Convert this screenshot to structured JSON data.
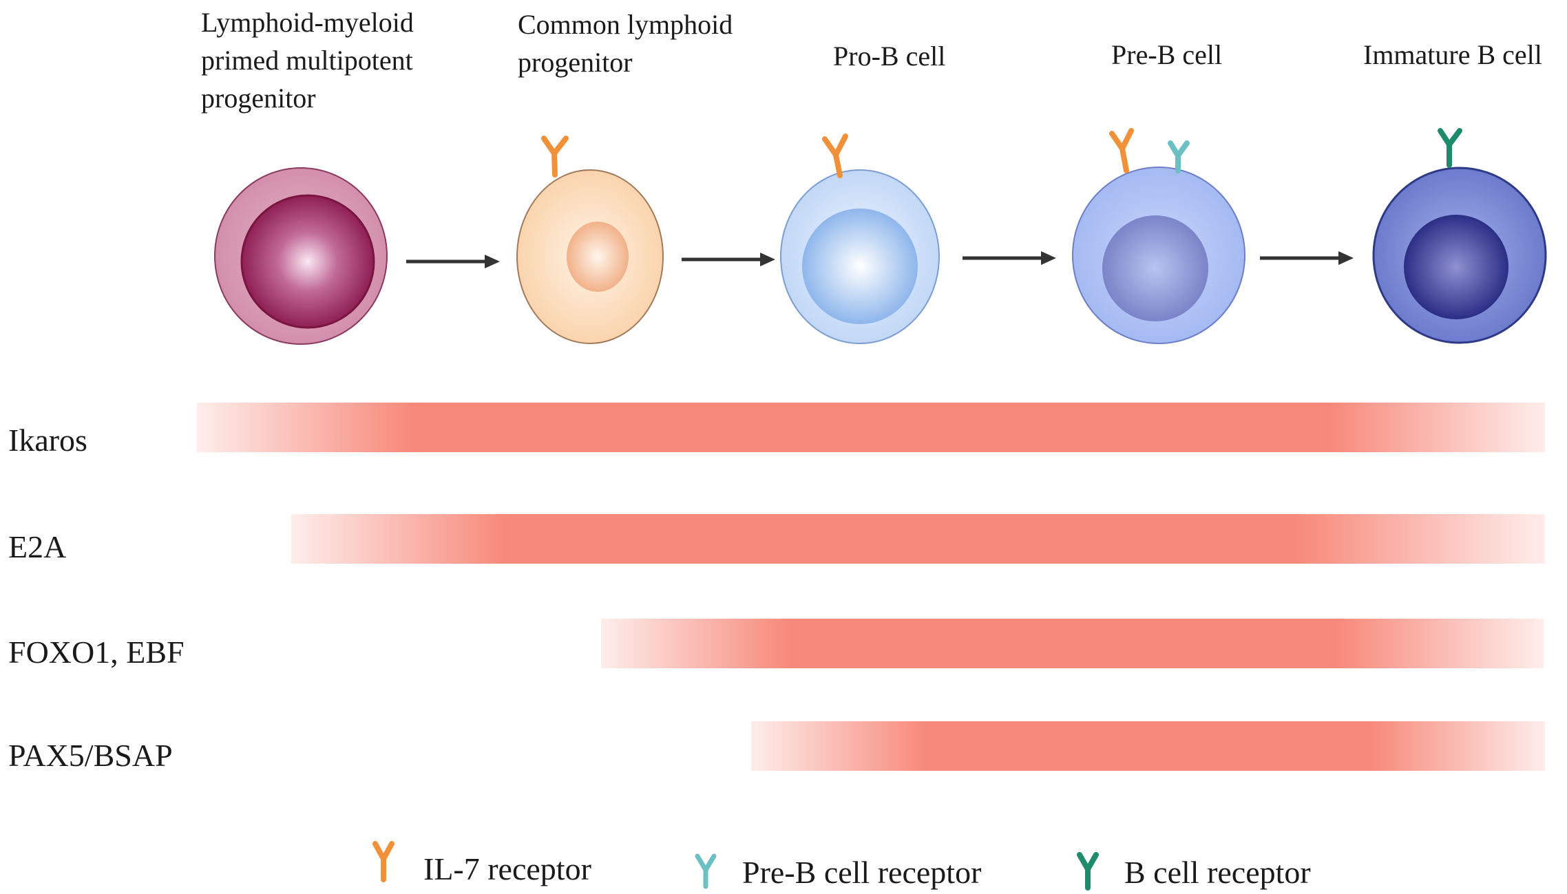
{
  "stages": [
    {
      "id": "lmpp",
      "label": "Lymphoid-myeloid\nprimed multipotent\nprogenitor"
    },
    {
      "id": "clp",
      "label": "Common lymphoid\nprogenitor"
    },
    {
      "id": "pro-b",
      "label": "Pro-B cell"
    },
    {
      "id": "pre-b",
      "label": "Pre-B cell"
    },
    {
      "id": "immature-b",
      "label": "Immature B cell"
    }
  ],
  "factors": [
    {
      "label": "Ikaros"
    },
    {
      "label": "E2A"
    },
    {
      "label": "FOXO1, EBF"
    },
    {
      "label": "PAX5/BSAP"
    }
  ],
  "legend": [
    {
      "label": "IL-7 receptor",
      "color": "#f0913a",
      "icon": "y-receptor-icon"
    },
    {
      "label": "Pre-B cell receptor",
      "color": "#6cc0c4",
      "icon": "y-receptor-icon"
    },
    {
      "label": "B cell receptor",
      "color": "#1e8b6b",
      "icon": "y-receptor-icon"
    }
  ],
  "colors": {
    "bar": "#f7897a",
    "arrow": "#333333"
  }
}
